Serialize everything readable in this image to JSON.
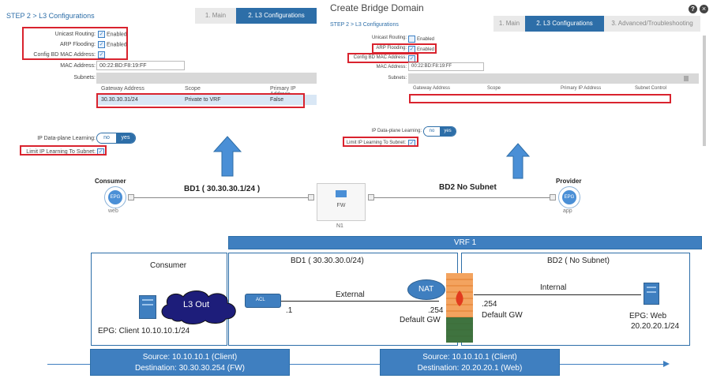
{
  "left_panel": {
    "step_title": "STEP 2 > L3 Configurations",
    "steps": [
      "1. Main",
      "2. L3 Configurations"
    ],
    "unicast_label": "Unicast Routing:",
    "unicast_value": "Enabled",
    "arp_label": "ARP Flooding:",
    "arp_value": "Enabled",
    "config_mac_label": "Config BD MAC Address:",
    "mac_label": "MAC Address:",
    "mac_value": "00:22:BD:F8:19:FF",
    "subnets_label": "Subnets:",
    "table_headers": [
      "Gateway Address",
      "Scope",
      "Primary IP Address"
    ],
    "table_row": [
      "30.30.30.31/24",
      "Private to VRF",
      "False"
    ],
    "dataplane_label": "IP Data-plane Learning:",
    "toggle_no": "no",
    "toggle_yes": "yes",
    "limit_label": "Limit IP Learning To Subnet:"
  },
  "right_panel": {
    "title": "Create Bridge Domain",
    "step_title": "STEP 2 > L3 Configurations",
    "steps": [
      "1. Main",
      "2. L3 Configurations",
      "3. Advanced/Troubleshooting"
    ],
    "unicast_label": "Unicast Routing:",
    "unicast_value": "Enabled",
    "arp_label": "ARP Flooding:",
    "arp_value": "Enabled",
    "config_mac_label": "Config BD MAC Address:",
    "mac_label": "MAC Address:",
    "mac_value": "00:22:BD:F8:19:FF",
    "subnets_label": "Subnets:",
    "table_headers": [
      "Gateway Address",
      "Scope",
      "Primary IP Address",
      "Subnet Control"
    ],
    "dataplane_label": "IP Data-plane Learning:",
    "toggle_no": "no",
    "toggle_yes": "yes",
    "limit_label": "Limit IP Learning To Subnet:",
    "help_icon": "?",
    "close_icon": "×"
  },
  "topology": {
    "consumer_label": "Consumer",
    "consumer_epg": "EPG",
    "consumer_sub": "web",
    "bd1_label": "BD1  ( 30.30.30.1/24 )",
    "fw_label": "FW",
    "node_label": "N1",
    "bd2_label": "BD2 No Subnet",
    "provider_label": "Provider",
    "provider_epg": "EPG",
    "provider_sub": "app"
  },
  "lower": {
    "vrf_label": "VRF 1",
    "consumer_title": "Consumer",
    "l3out_label": "L3 Out",
    "acl_label": "ACL",
    "epg_client": "EPG: Client 10.10.10.1/24",
    "bd1_title": "BD1 ( 30.30.30.0/24)",
    "external_label": "External",
    "dot1_label": ".1",
    "nat_label": "NAT",
    "gw1_ip": ".254",
    "gw1_label": "Default GW",
    "bd2_title": "BD2 ( No Subnet)",
    "internal_label": "Internal",
    "gw2_ip": ".254",
    "gw2_label": "Default GW",
    "epg_web_1": "EPG: Web",
    "epg_web_2": "20.20.20.1/24",
    "flow1_src": "Source: 10.10.10.1 (Client)",
    "flow1_dst": "Destination: 30.30.30.254 (FW)",
    "flow2_src": "Source: 10.10.10.1 (Client)",
    "flow2_dst": "Destination: 20.20.20.1 (Web)"
  },
  "colors": {
    "accent": "#2d6ea8",
    "highlight": "#d9232e",
    "banner": "#3f7fc0",
    "arrow": "#4a8fd6"
  }
}
